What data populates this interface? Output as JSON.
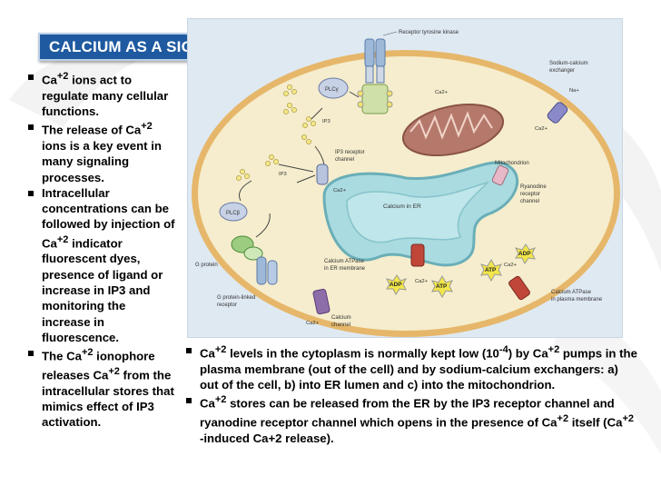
{
  "slide": {
    "title": "CALCIUM AS A SIGNAL",
    "left_bullets": [
      {
        "pre": "Ca",
        "sup": "+2",
        "post": " ions act to regulate many cellular functions."
      },
      {
        "pre": "The release of Ca",
        "sup": "+2",
        "post": " ions is a key event in many signaling processes."
      },
      {
        "pre": "Intracellular concentrations can be followed by injection of Ca",
        "sup": "+2",
        "post": " indicator fluorescent dyes, presence of ligand or increase in IP3 and monitoring the increase in fluorescence."
      },
      {
        "pre": "The Ca",
        "sup": "+2",
        "mid": " ionophore releases Ca",
        "sup2": "+2",
        "post": " from the intracellular stores that mimics effect of IP3 activation."
      }
    ],
    "bottom_bullets": [
      {
        "pre": "Ca",
        "sup": "+2",
        "mid": " levels in the cytoplasm is normally kept low (10",
        "sup2": "-4",
        "mid2": ") by Ca",
        "sup3": "+2",
        "post": " pumps in the plasma membrane (out of the cell) and by sodium-calcium exchangers: a) out of the cell, b) into ER lumen and c) into the mitochondrion."
      },
      {
        "pre": " Ca",
        "sup": "+2",
        "mid": " stores can be released from the ER by the IP3 receptor channel and ryanodine receptor channel which opens in the presence of Ca",
        "sup2": "+2",
        "mid2": " itself (Ca",
        "sup3": "+2",
        "post": " -induced Ca+2 release)."
      }
    ]
  },
  "figure": {
    "labels": {
      "receptor_tyrosine_kinase": "Receptor tyrosine kinase",
      "sodium_calcium_exchanger_1": "Sodium-calcium",
      "sodium_calcium_exchanger_2": "exchanger",
      "na": "Na+",
      "ca": "Ca2+",
      "plc_gamma": "PLCγ",
      "plc_beta": "PLCβ",
      "ip3": "IP3",
      "ip3_channel_1": "IP3 receptor",
      "ip3_channel_2": "channel",
      "mitochondrion": "Mitochondrion",
      "ryanodine_1": "Ryanodine",
      "ryanodine_2": "receptor",
      "ryanodine_3": "channel",
      "calcium_in_er": "Calcium in ER",
      "g_protein": "G protein",
      "gpcr_1": "G protein-linked",
      "gpcr_2": "receptor",
      "er_atpase_1": "Calcium ATPase",
      "er_atpase_2": "in ER membrane",
      "pm_atpase_1": "Calcium ATPase",
      "pm_atpase_2": "in plasma membrane",
      "calcium_channel_1": "Calcium",
      "calcium_channel_2": "channel",
      "adp": "ADP",
      "atp": "ATP"
    }
  },
  "colors": {
    "title_bg": "#1f5aa0",
    "panel_bg": "#dfe9f2",
    "cell_fill": "#f4ecc9",
    "membrane": "#e0b060",
    "er_fill": "#a9dbe0",
    "mito_fill": "#c8897a",
    "atp_star": "#f2e64a"
  }
}
